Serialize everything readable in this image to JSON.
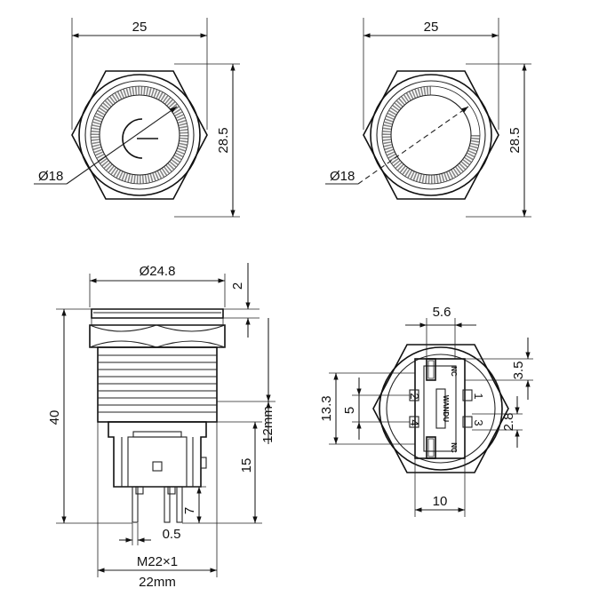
{
  "top_left_view": {
    "width_dim": "25",
    "height_dim": "28.5",
    "diameter_dim": "Ø18"
  },
  "top_right_view": {
    "width_dim": "25",
    "height_dim": "28.5",
    "diameter_dim": "Ø18"
  },
  "side_view": {
    "bezel_dim": "Ø24.8",
    "head_height_dim": "2",
    "total_height_dim": "40",
    "thread_length_dim": "12mm",
    "body_length_dim": "15",
    "pin_length_dim": "7",
    "pin_width_dim": "0.5",
    "thread_dim": "M22×1",
    "nut_dim": "22mm"
  },
  "bottom_view": {
    "top_dim": "5.6",
    "left_outer_dim": "13.3",
    "left_inner_dim": "5",
    "right_top_dim": "3.5",
    "right_bottom_dim": "2.8",
    "bottom_dim": "10",
    "terminal_1": "1",
    "terminal_2": "2",
    "terminal_3": "3",
    "terminal_4": "4",
    "nc_top": "NC",
    "nc_bottom": "NC",
    "brand": "WANDU"
  }
}
